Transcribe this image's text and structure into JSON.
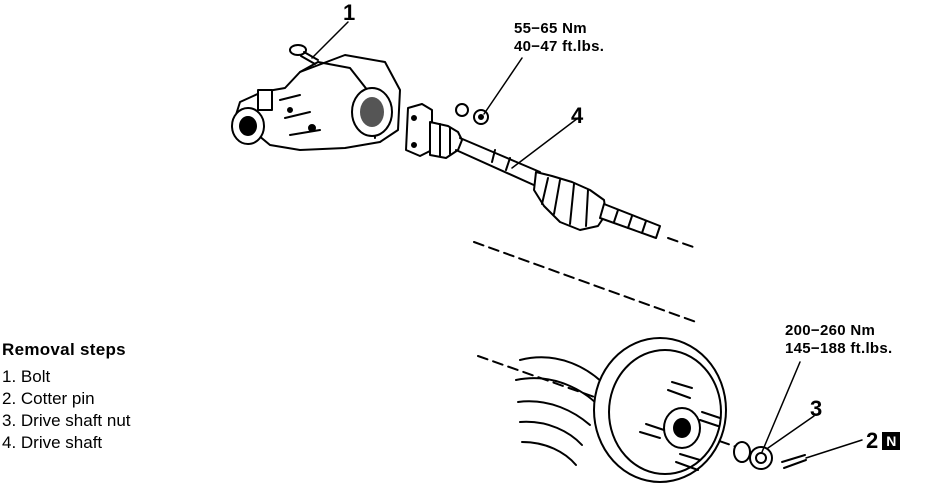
{
  "callouts": {
    "c1": "1",
    "c2": "2",
    "c3": "3",
    "c4": "4",
    "badge_n": "N"
  },
  "torque_top": {
    "line1": "55−65 Nm",
    "line2": "40−47 ft.lbs."
  },
  "torque_right": {
    "line1": "200−260 Nm",
    "line2": "145−188 ft.lbs."
  },
  "removal": {
    "title": "Removal steps",
    "steps": [
      "1. Bolt",
      "2. Cotter pin",
      "3. Drive shaft nut",
      "4. Drive shaft"
    ]
  }
}
